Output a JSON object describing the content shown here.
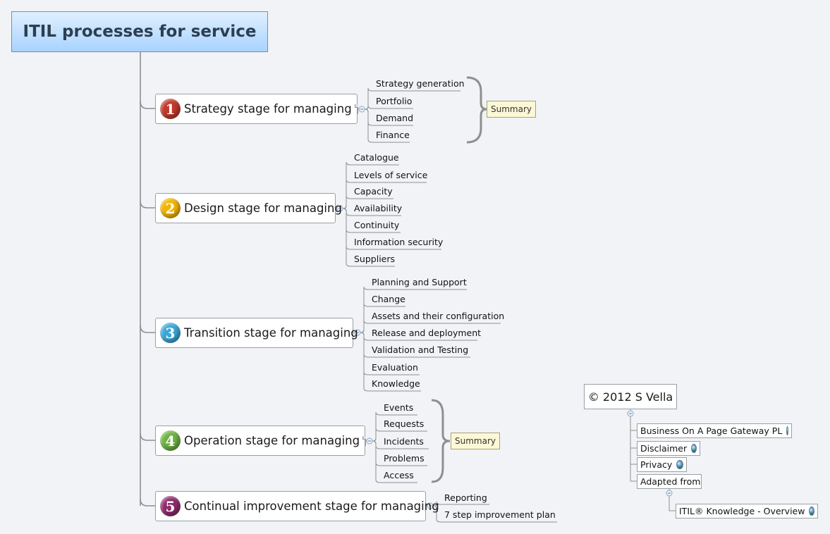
{
  "root": {
    "title": "ITIL processes for service"
  },
  "stages": [
    {
      "number": "1",
      "label": "Strategy stage for managing",
      "color": "#c0392b",
      "has_note": true,
      "children": [
        "Strategy generation",
        "Portfolio",
        "Demand",
        "Finance"
      ],
      "summary": "Summary"
    },
    {
      "number": "2",
      "label": "Design stage for managing",
      "color": "#f0b400",
      "children": [
        "Catalogue",
        "Levels of service",
        "Capacity",
        "Availability",
        "Continuity",
        "Information security",
        "Suppliers"
      ]
    },
    {
      "number": "3",
      "label": "Transition stage for managing",
      "color": "#3aa6d8",
      "children": [
        "Planning and Support",
        "Change",
        "Assets and their configuration",
        "Release and deployment",
        "Validation and Testing",
        "Evaluation",
        "Knowledge"
      ]
    },
    {
      "number": "4",
      "label": "Operation stage for managing",
      "color": "#6cb33f",
      "has_note": true,
      "children": [
        "Events",
        "Requests",
        "Incidents",
        "Problems",
        "Access"
      ],
      "summary": "Summary"
    },
    {
      "number": "5",
      "label": "Continual improvement stage for managing",
      "color": "#8e2a6b",
      "children": [
        "Reporting",
        "7 step improvement plan"
      ]
    }
  ],
  "credit": {
    "label": "© 2012 S Vella",
    "links": [
      "Business On A Page Gateway PL",
      "Disclaimer",
      "Privacy",
      "Adapted from"
    ],
    "sub_link": "ITIL® Knowledge - Overview"
  }
}
